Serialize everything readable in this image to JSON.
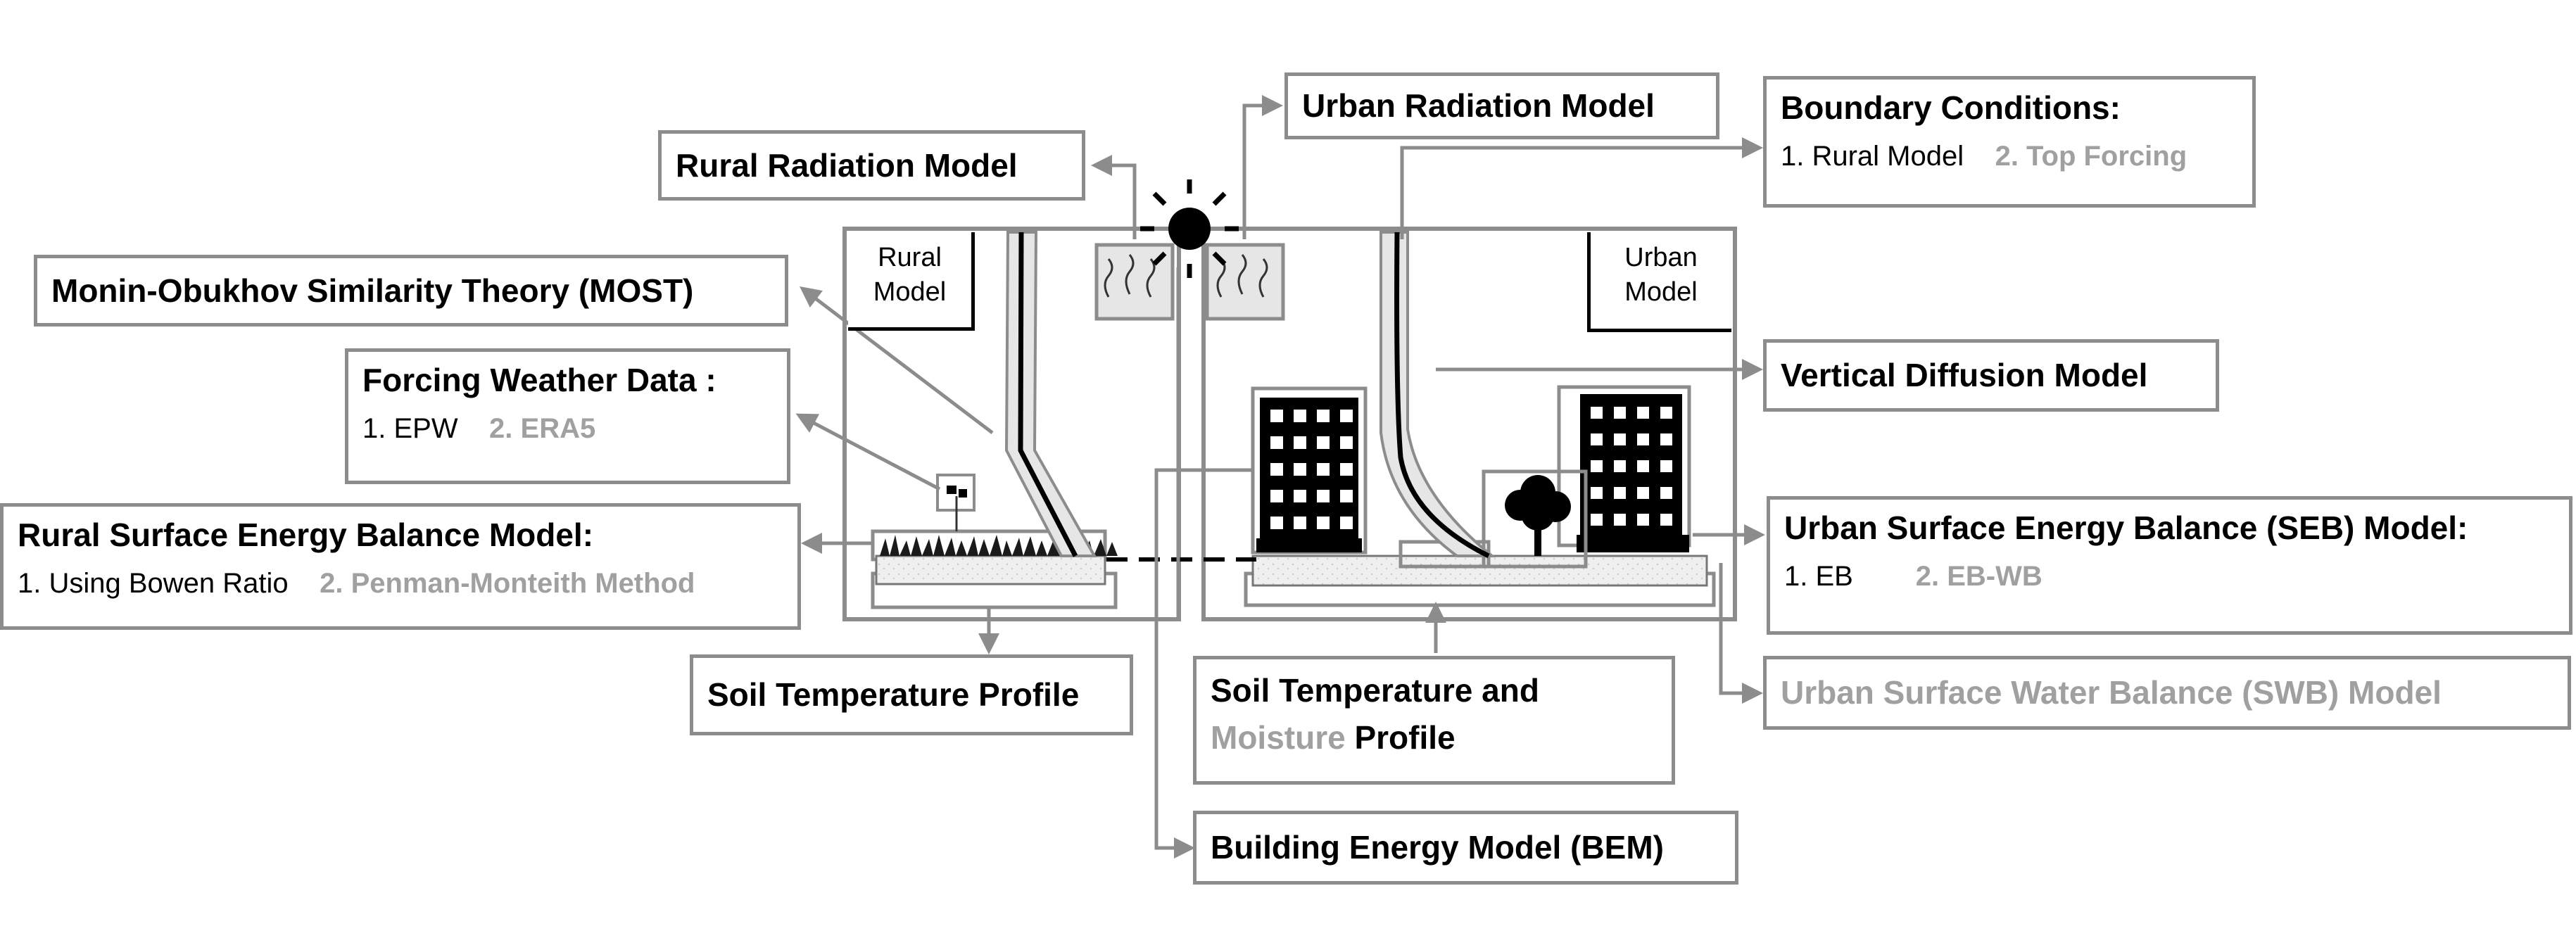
{
  "rural_radiation_model": "Rural Radiation Model",
  "urban_radiation_model": "Urban Radiation Model",
  "boundary_conditions": {
    "title": "Boundary Conditions:",
    "option1": "1. Rural Model",
    "option2": "2. Top Forcing"
  },
  "most": "Monin-Obukhov Similarity Theory (MOST)",
  "forcing_weather_data": {
    "title": "Forcing Weather Data :",
    "option1": "1. EPW",
    "option2": "2. ERA5"
  },
  "vertical_diffusion_model": "Vertical Diffusion Model",
  "rural_seb": {
    "title": "Rural Surface Energy Balance Model:",
    "option1": "1. Using Bowen Ratio",
    "option2": "2. Penman-Monteith Method"
  },
  "urban_seb": {
    "title": "Urban Surface Energy Balance (SEB) Model:",
    "option1": "1. EB",
    "option2": "2. EB-WB"
  },
  "soil_temperature_profile": "Soil Temperature Profile",
  "soil_temp_moisture": {
    "line1": "Soil Temperature and",
    "moisture": "Moisture",
    "profile": " Profile"
  },
  "urban_swb": "Urban Surface Water Balance (SWB) Model",
  "bem": "Building Energy Model (BEM)",
  "rural_model_tag": {
    "line1": "Rural",
    "line2": "Model"
  },
  "urban_model_tag": {
    "line1": "Urban",
    "line2": "Model"
  },
  "colors": {
    "box_border": "#8c8c8c",
    "highlight_text": "#a0a0a0",
    "ink": "#000000"
  }
}
